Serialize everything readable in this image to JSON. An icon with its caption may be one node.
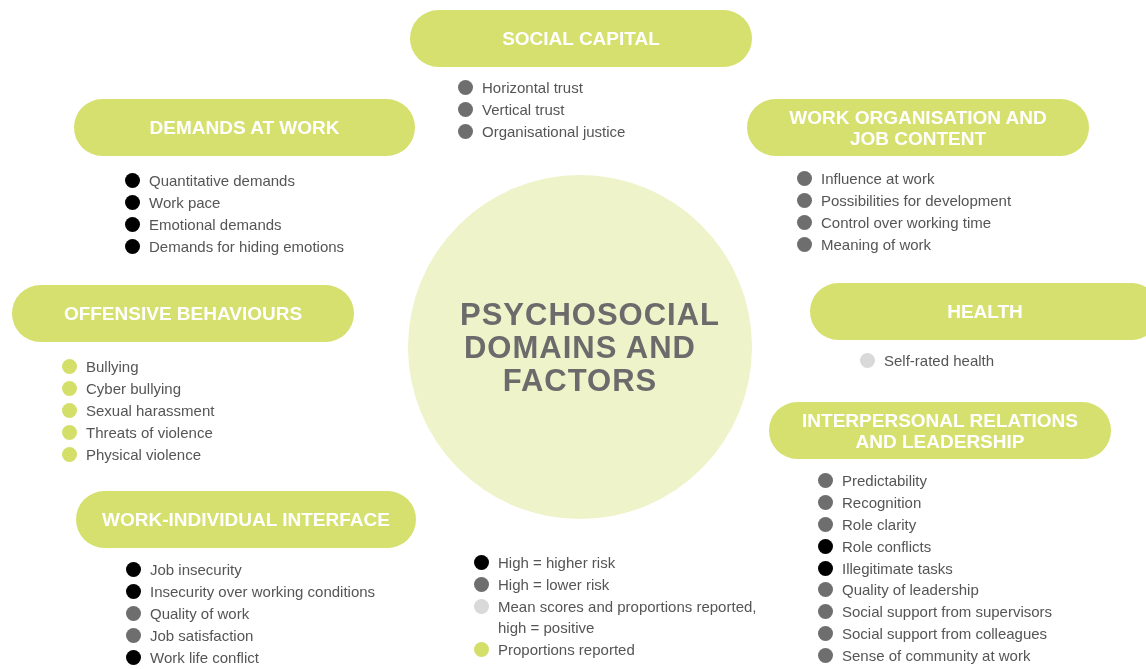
{
  "diagram": {
    "nodes": [
      {
        "text": [
          "SOCIAL CAPITAL"
        ],
        "beside": [
          "Horizontal trust",
          "Vertical trust",
          "Organisational justice"
        ]
      },
      {
        "text": [
          "DEMANDS AT WORK"
        ],
        "beside": [
          "Quantitative demands",
          "Work pace",
          "Emotional demands",
          "Demands for hiding emotions"
        ]
      },
      {
        "text": [
          "WORK ORGANISATION AND JOB CONTENT"
        ],
        "beside": [
          "Influence at work",
          "Possibilities for development",
          "Control over working time",
          "Meaning of work"
        ]
      },
      {
        "text": [
          "PSYCHOSOCIAL DOMAINS AND FACTORS"
        ]
      },
      {
        "text": [
          "OFFENSIVE BEHAVIOURS"
        ],
        "beside": [
          "Bullying",
          "Cyber bullying",
          "Sexual harassment",
          "Threats of violence",
          "Physical violence"
        ]
      },
      {
        "text": [
          "HEALTH"
        ],
        "beside": [
          "Self-rated health"
        ]
      },
      {
        "text": [
          "INTERPERSONAL RELATIONS AND LEADERSHIP"
        ],
        "beside": [
          "Predictability",
          "Recognition",
          "Role clarity",
          "Role conflicts",
          "Illegitimate tasks",
          "Quality of leadership",
          "Social support from supervisors",
          "Social support from colleagues",
          "Sense of community at work"
        ]
      },
      {
        "text": [
          "WORK-INDIVIDUAL INTERFACE"
        ],
        "beside": [
          "Job insecurity",
          "Insecurity over working conditions",
          "Quality of work",
          "Job satisfaction",
          "Work life conflict"
        ]
      }
    ],
    "edges": [],
    "legend": [
      {
        "text": "High = higher risk",
        "color": "#000000"
      },
      {
        "text": "High = lower risk",
        "color": "#6e6e6e"
      },
      {
        "text": "Mean scores and proportions reported, high = positive",
        "color": "#d9d9d9"
      },
      {
        "text": "Proportions reported",
        "color": "#d4df6a"
      }
    ]
  }
}
